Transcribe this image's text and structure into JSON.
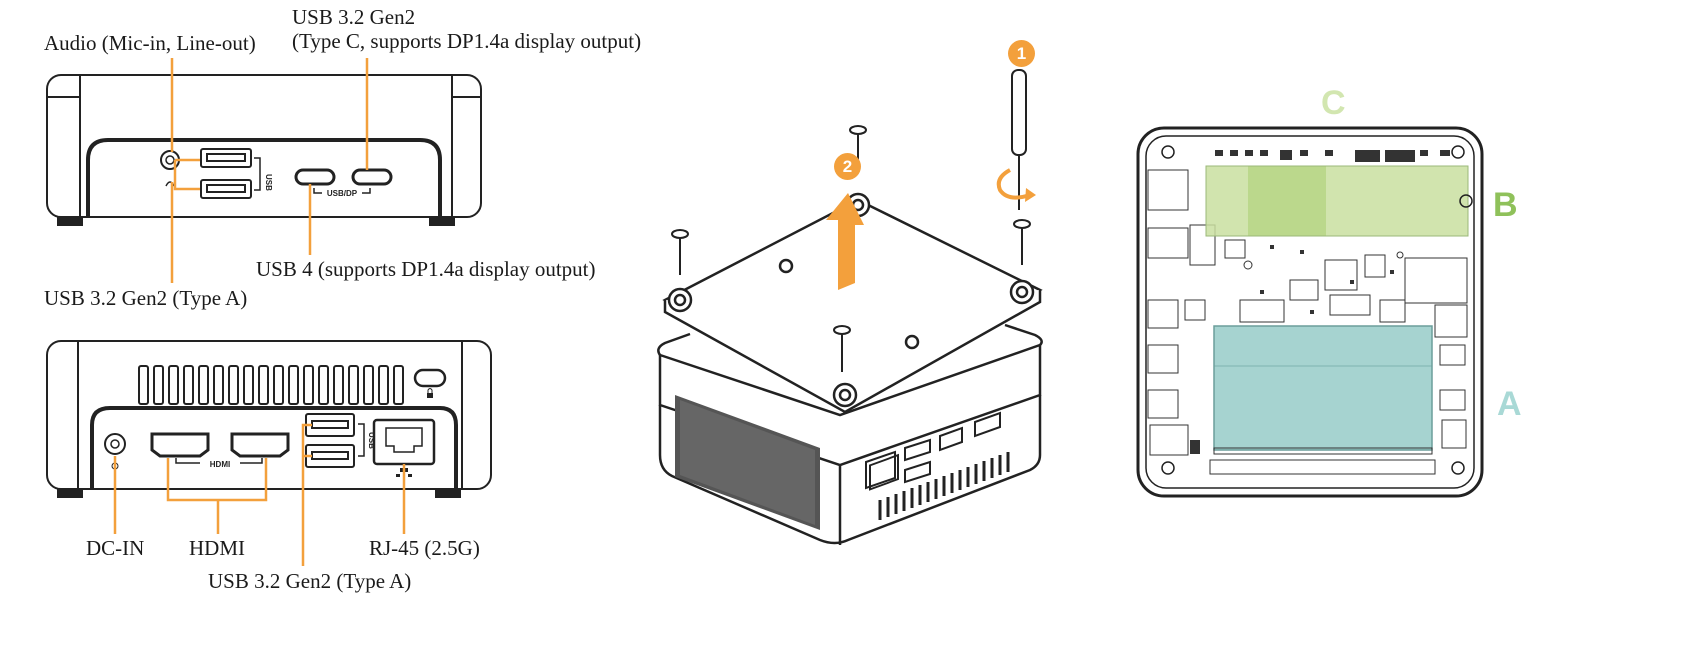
{
  "labels": {
    "usb_c_front": [
      "USB 3.2 Gen2",
      "(Type C, supports DP1.4a display output)"
    ],
    "audio": "Audio (Mic-in, Line-out)",
    "usb4": "USB 4 (supports DP1.4a display output)",
    "usb_a_front": "USB 3.2 Gen2 (Type A)",
    "dc_in": "DC-IN",
    "hdmi": "HDMI",
    "rj45": "RJ-45 (2.5G)",
    "usb_a_rear": "USB 3.2 Gen2 (Type A)"
  },
  "port_marks": {
    "usb": "USB",
    "usb_dp": "USB/DP",
    "hdmi": "HDMI"
  },
  "steps": [
    "1",
    "2"
  ],
  "slots": {
    "a": "A",
    "b": "B",
    "c": "C"
  },
  "colors": {
    "callout": "#f3a03c",
    "slot_a": "#a6d3d0",
    "slot_b": "#c9dfa0",
    "slot_b_dark": "#b8d688",
    "slot_c": "#d6e8b8",
    "letter_a": "#a9d9d6",
    "letter_b": "#8fc15a",
    "letter_c": "#d2e6b0"
  },
  "icons": [
    "headset-icon",
    "lock-icon",
    "power-icon",
    "network-icon",
    "screwdriver-icon",
    "rotate-arrow-icon",
    "lift-arrow-icon"
  ]
}
